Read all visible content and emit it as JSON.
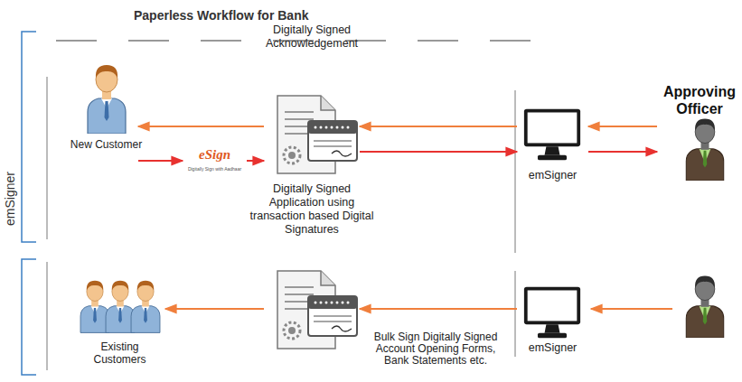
{
  "diagram": {
    "title": "Paperless Workflow for Bank",
    "nodes": [
      {
        "text": [
          "New Customer"
        ]
      },
      {
        "text": [
          "eSign",
          "Digitally Sign with Aadhaar"
        ]
      },
      {
        "text": [
          "Digitally Signed Acknowledgement",
          "Digitally Signed Application using transaction based Digital Signatures"
        ]
      },
      {
        "text": [
          "emSigner"
        ]
      },
      {
        "text": [
          "Approving Officer"
        ]
      },
      {
        "text": [
          "Existing Customers"
        ]
      },
      {
        "text": [
          "Bulk Sign Digitally Signed Account Opening Forms, Bank Statements etc."
        ]
      },
      {
        "text": [
          "emSigner"
        ]
      }
    ],
    "edges": [
      {
        "from": 0,
        "to": 1,
        "arrow": "to"
      },
      {
        "from": 1,
        "to": 2,
        "arrow": "to"
      },
      {
        "from": 2,
        "to": 3,
        "arrow": "to"
      },
      {
        "from": 3,
        "to": 4,
        "arrow": "to"
      },
      {
        "from": 4,
        "to": 3,
        "arrow": "to"
      },
      {
        "from": 3,
        "to": 2,
        "arrow": "to"
      },
      {
        "from": 2,
        "to": 0,
        "arrow": "to"
      },
      {
        "from": 7,
        "to": 6,
        "arrow": "to"
      },
      {
        "from": 6,
        "to": 5,
        "arrow": "to"
      }
    ],
    "labels": [
      "emSigner"
    ]
  }
}
